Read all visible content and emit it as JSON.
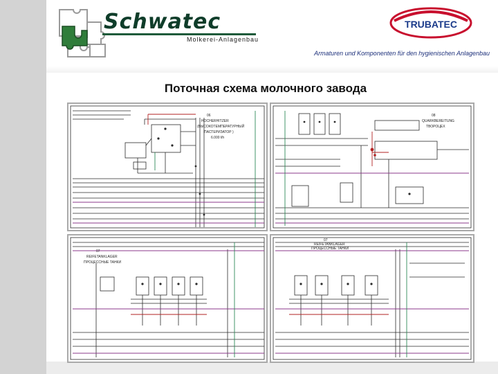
{
  "brand": {
    "name": "Schwatec",
    "subtitle": "Molkerei-Anlagenbau",
    "partner_logo": "TRUBATEC",
    "tagline": "Armaturen und Komponenten für den hygienischen Anlagenbau"
  },
  "slide": {
    "title": "Поточная схема молочного завода"
  },
  "panels": [
    {
      "number": "06",
      "title_line1": "HOCHERHITZER",
      "title_line2": "(ВЫСОКОТЕМПЕРАТУРНЫЙ",
      "title_line3": "ПАСТЕРИЗАТОР )",
      "title_line4": "6.000 l/h"
    },
    {
      "number": "08",
      "title_line1": "QUARKBEREITUNG",
      "title_line2": "ТВОРОЦЕХ"
    },
    {
      "number": "07",
      "title_line1": "REIFETANKLAGER",
      "title_line2": "ПРОЦЕССНЫЕ ТАНКИ"
    },
    {
      "number": "07",
      "title_line1": "REIFETANKLAGER",
      "title_line2": "ПРОЦЕССНЫЕ ТАНКИ"
    }
  ],
  "colors": {
    "line": "#2a2a2a",
    "pipe_red": "#b22222",
    "pipe_purple": "#8b3a8b",
    "pipe_green": "#2e8b57",
    "trubatec_red": "#c8102e",
    "trubatec_blue": "#1a3a8a"
  }
}
